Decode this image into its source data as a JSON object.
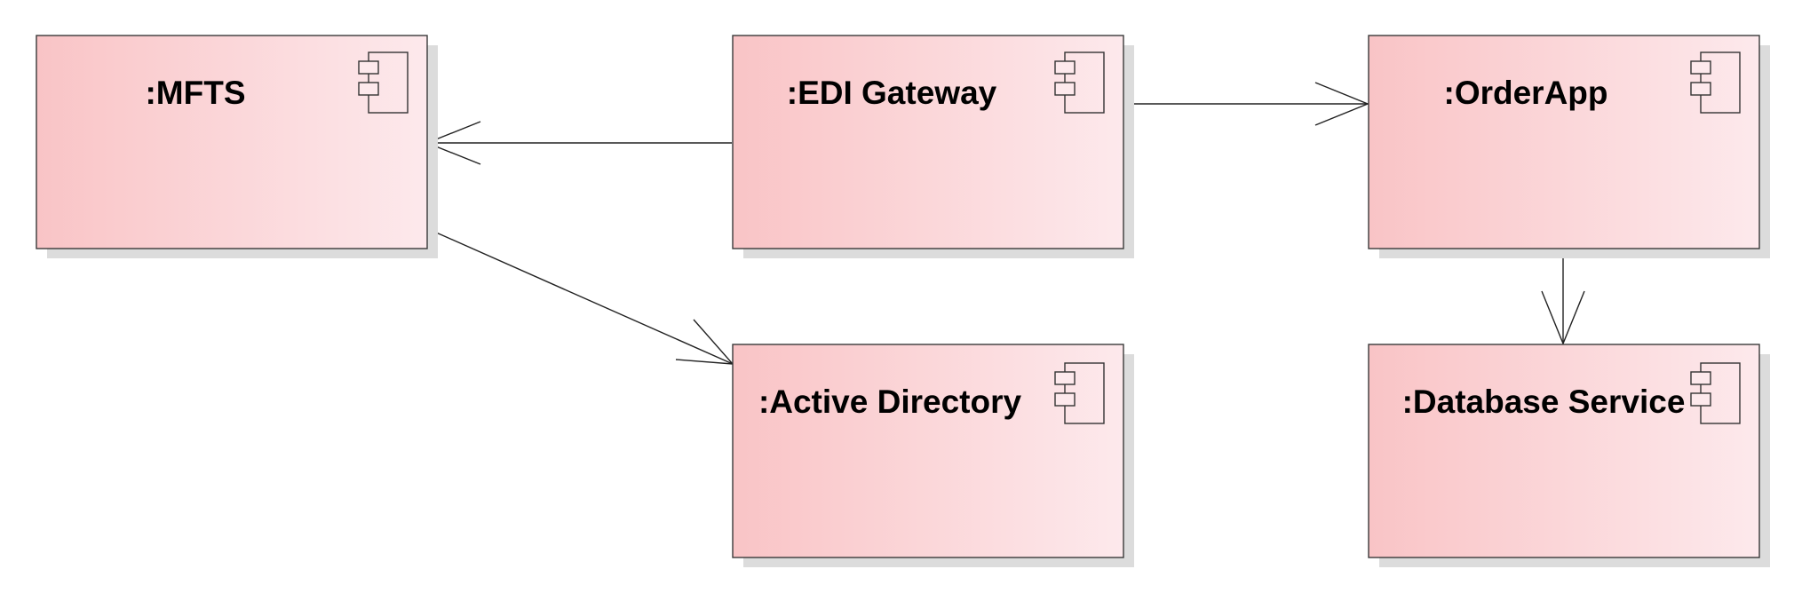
{
  "diagram": {
    "type": "uml-component-diagram",
    "colors": {
      "fill_start": "#f9c4c6",
      "fill_end": "#fde9ec",
      "border": "#3a3a3a",
      "shadow": "#dcdcdc",
      "connector": "#222222"
    },
    "components": [
      {
        "id": "mfts",
        "label": ":MFTS",
        "icon": "component-icon"
      },
      {
        "id": "edi-gateway",
        "label": ":EDI Gateway",
        "icon": "component-icon"
      },
      {
        "id": "orderapp",
        "label": ":OrderApp",
        "icon": "component-icon"
      },
      {
        "id": "active-directory",
        "label": ":Active Directory",
        "icon": "component-icon"
      },
      {
        "id": "database-service",
        "label": ":Database Service",
        "icon": "component-icon"
      }
    ],
    "connectors": [
      {
        "id": "edi-to-mfts",
        "from": "edi-gateway",
        "to": "mfts",
        "style": "open-arrow"
      },
      {
        "id": "edi-to-orderapp",
        "from": "edi-gateway",
        "to": "orderapp",
        "style": "open-arrow"
      },
      {
        "id": "mfts-to-active-directory",
        "from": "mfts",
        "to": "active-directory",
        "style": "open-arrow"
      },
      {
        "id": "orderapp-to-database-service",
        "from": "orderapp",
        "to": "database-service",
        "style": "open-arrow"
      }
    ]
  }
}
